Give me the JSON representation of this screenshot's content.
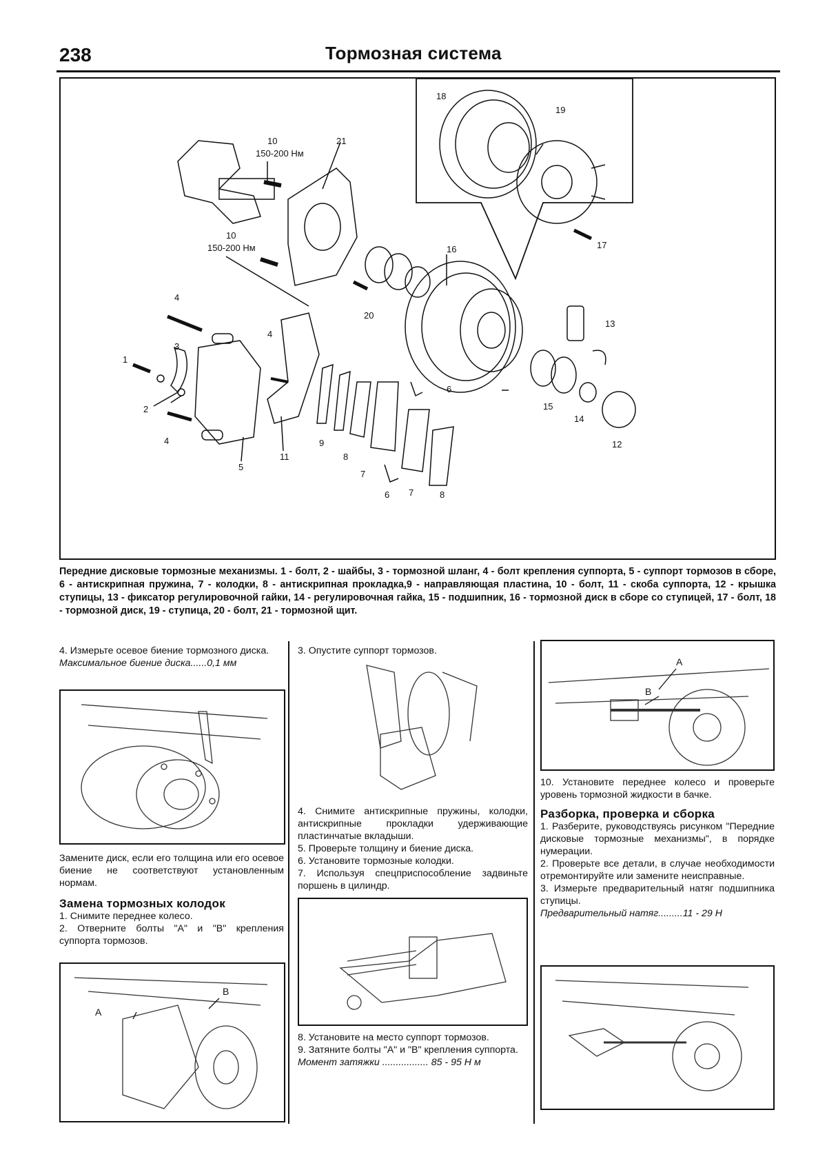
{
  "header": {
    "page_number": "238",
    "title": "Тормозная система"
  },
  "main_figure": {
    "callouts": [
      "1",
      "2",
      "3",
      "4",
      "4",
      "5",
      "6",
      "6",
      "7",
      "7",
      "8",
      "8",
      "9",
      "10",
      "10",
      "11",
      "12",
      "13",
      "14",
      "15",
      "16",
      "17",
      "18",
      "19",
      "20",
      "21"
    ],
    "torque_1": "150-200 Нм",
    "torque_2": "150-200 Нм"
  },
  "caption": "Передние дисковые тормозные механизмы. 1 - болт, 2 - шайбы, 3 - тормозной шланг, 4 - болт крепления суппорта, 5 - суппорт тормозов в сборе, 6 - антискрипная пружина, 7 - колодки, 8 - антискрипная прокладка,9 - направляющая пластина, 10 - болт, 11 - скоба суппорта, 12 - крышка ступицы, 13 - фиксатор регулировочной гайки, 14 - регулировочная гайка, 15 - подшипник, 16 - тормозной диск в сборе со ступицей, 17 - болт, 18 - тормозной диск, 19 - ступица, 20 - болт, 21 - тормозной щит.",
  "col1": {
    "step4": "4. Измерьте осевое биение тормозного диска.",
    "spec": "Максимальное биение диска......0,1 мм",
    "replace": "Замените диск, если его толщина или его осевое биение не соответствуют установленным нормам.",
    "heading": "Замена тормозных колодок",
    "s1": "1. Снимите переднее колесо.",
    "s2": "2. Отверните болты \"A\" и \"B\" крепления суппорта тормозов.",
    "fig_labels": [
      "A",
      "B"
    ]
  },
  "col2": {
    "s3": "3. Опустите суппорт тормозов.",
    "s4": "4. Снимите антискрипные пружины, колодки, антискрипные прокладки удерживающие пластинчатые вкладыши.",
    "s5": "5. Проверьте толщину и биение диска.",
    "s6": "6. Установите тормозные колодки.",
    "s7": "7. Используя спецприспособление задвиньте поршень в цилиндр.",
    "s8": "8. Установите на место суппорт тормозов.",
    "s9": "9. Затяните болты \"A\" и \"B\" крепления суппорта.",
    "spec": "Момент затяжки ................. 85 - 95 Н м"
  },
  "col3": {
    "fig_labels": [
      "A",
      "B"
    ],
    "s10": "10. Установите переднее колесо и проверьте уровень тормозной жидкости в бачке.",
    "heading": "Разборка, проверка и сборка",
    "s1": "1. Разберите, руководствуясь рисунком \"Передние дисковые тормозные механизмы\", в порядке нумерации.",
    "s2": "2. Проверьте все детали, в случае необходимости отремонтируйте или замените неисправные.",
    "s3": "3. Измерьте предварительный натяг подшипника ступицы.",
    "spec": "Предварительный натяг.........11 - 29 Н"
  }
}
